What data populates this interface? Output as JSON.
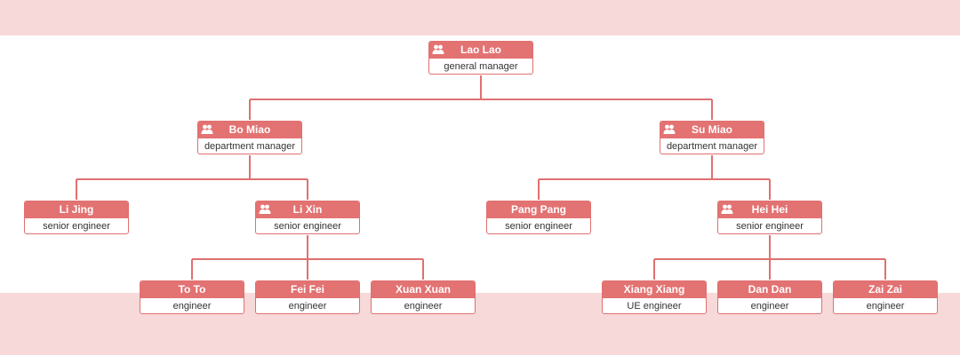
{
  "colors": {
    "band": "#f7d9da",
    "accent": "#e37272",
    "line": "#e07070"
  },
  "nodes": [
    {
      "name": "Lao Lao",
      "title": "general manager",
      "icon": "group-icon"
    },
    {
      "name": "Bo Miao",
      "title": "department manager",
      "icon": "group-icon"
    },
    {
      "name": "Su Miao",
      "title": "department manager",
      "icon": "group-icon"
    },
    {
      "name": "Li Jing",
      "title": "senior engineer"
    },
    {
      "name": "Li Xin",
      "title": "senior engineer",
      "icon": "group-icon"
    },
    {
      "name": "Pang Pang",
      "title": "senior engineer"
    },
    {
      "name": "Hei Hei",
      "title": "senior engineer",
      "icon": "group-icon"
    },
    {
      "name": "To To",
      "title": "engineer"
    },
    {
      "name": "Fei Fei",
      "title": "engineer"
    },
    {
      "name": "Xuan Xuan",
      "title": "engineer"
    },
    {
      "name": "Xiang Xiang",
      "title": "UE engineer"
    },
    {
      "name": "Dan Dan",
      "title": "engineer"
    },
    {
      "name": "Zai Zai",
      "title": "engineer"
    }
  ]
}
